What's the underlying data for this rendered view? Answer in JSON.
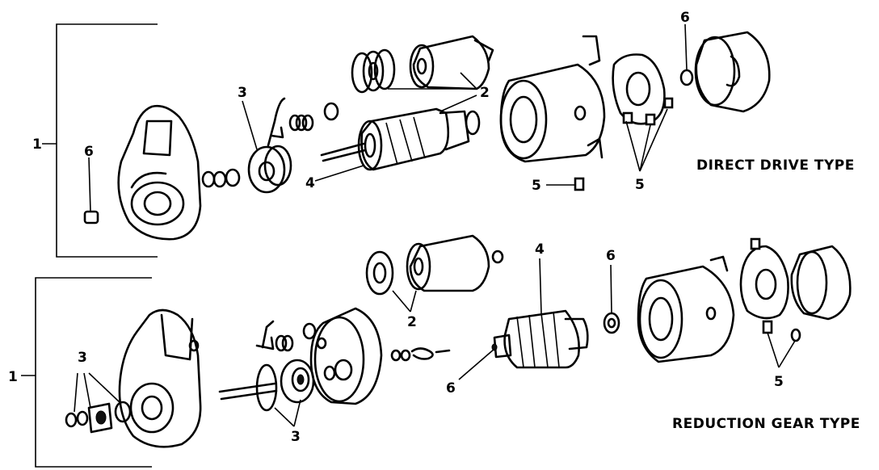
{
  "diagram": {
    "direct_drive": {
      "title": "DIRECT DRIVE TYPE",
      "callouts": [
        "1",
        "2",
        "3",
        "4",
        "5",
        "5",
        "6",
        "6"
      ]
    },
    "reduction_gear": {
      "title": "REDUCTION GEAR TYPE",
      "callouts": [
        "1",
        "2",
        "3",
        "3",
        "4",
        "5",
        "6",
        "6"
      ]
    }
  }
}
